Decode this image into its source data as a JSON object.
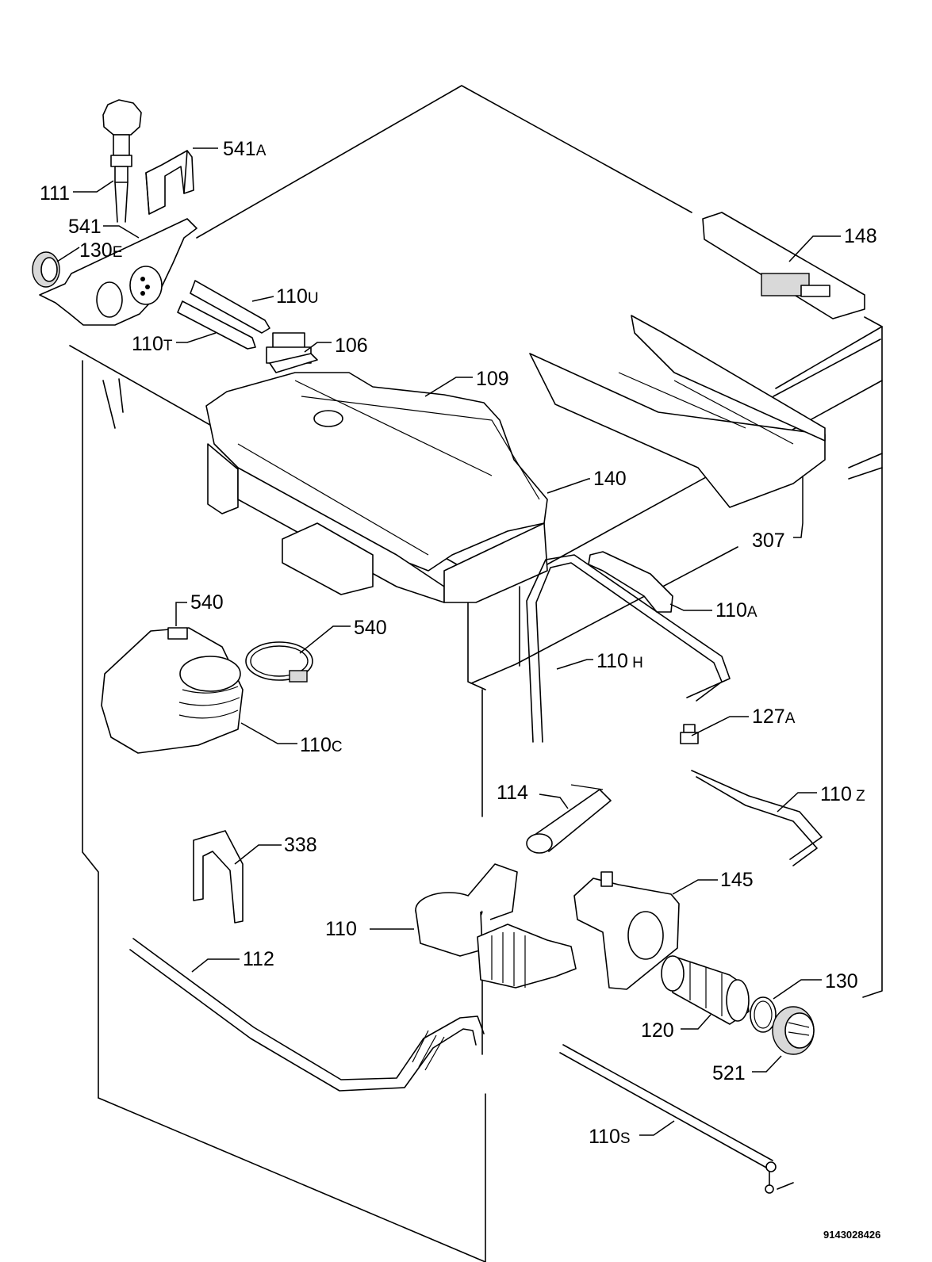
{
  "diagram": {
    "drawing_number": "9143028426",
    "callouts": [
      {
        "id": "p541a",
        "num": "541",
        "suffix": "A"
      },
      {
        "id": "p111",
        "num": "111",
        "suffix": ""
      },
      {
        "id": "p541",
        "num": "541",
        "suffix": ""
      },
      {
        "id": "p130e",
        "num": "130",
        "suffix": "E"
      },
      {
        "id": "p110u",
        "num": "110",
        "suffix": "U"
      },
      {
        "id": "p110t",
        "num": "110",
        "suffix": "T"
      },
      {
        "id": "p106",
        "num": "106",
        "suffix": ""
      },
      {
        "id": "p109",
        "num": "109",
        "suffix": ""
      },
      {
        "id": "p148",
        "num": "148",
        "suffix": ""
      },
      {
        "id": "p140",
        "num": "140",
        "suffix": ""
      },
      {
        "id": "p307",
        "num": "307",
        "suffix": ""
      },
      {
        "id": "p540a",
        "num": "540",
        "suffix": ""
      },
      {
        "id": "p540b",
        "num": "540",
        "suffix": ""
      },
      {
        "id": "p110a",
        "num": "110",
        "suffix": "A"
      },
      {
        "id": "p110h",
        "num": "110",
        "suffix": " H"
      },
      {
        "id": "p110c",
        "num": "110",
        "suffix": "C"
      },
      {
        "id": "p127a",
        "num": "127",
        "suffix": "A"
      },
      {
        "id": "p114",
        "num": "114",
        "suffix": ""
      },
      {
        "id": "p110z",
        "num": "110",
        "suffix": " Z"
      },
      {
        "id": "p338",
        "num": "338",
        "suffix": ""
      },
      {
        "id": "p145",
        "num": "145",
        "suffix": ""
      },
      {
        "id": "p110",
        "num": "110",
        "suffix": ""
      },
      {
        "id": "p112",
        "num": "112",
        "suffix": ""
      },
      {
        "id": "p130",
        "num": "130",
        "suffix": ""
      },
      {
        "id": "p120",
        "num": "120",
        "suffix": ""
      },
      {
        "id": "p521",
        "num": "521",
        "suffix": ""
      },
      {
        "id": "p110s",
        "num": "110",
        "suffix": "S"
      }
    ]
  }
}
